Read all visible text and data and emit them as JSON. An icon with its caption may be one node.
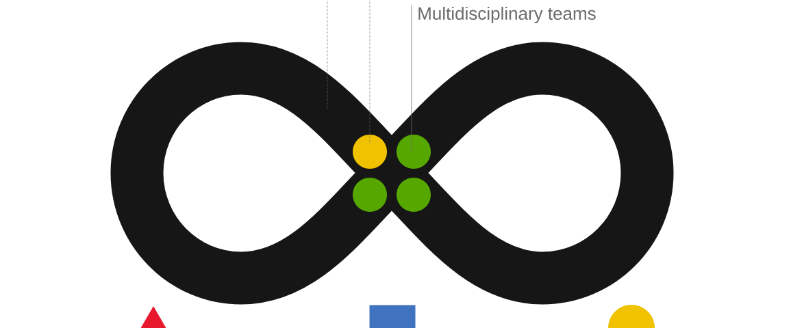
{
  "diagram": {
    "nodes": [
      {
        "text": [
          "Multidisciplinary teams"
        ]
      },
      {
        "text": [],
        "shape": "loop"
      },
      {
        "text": [],
        "shape": "circle",
        "in": 1
      },
      {
        "text": [],
        "shape": "circle",
        "in": 1
      },
      {
        "text": [],
        "shape": "circle",
        "in": 1
      },
      {
        "text": [],
        "shape": "circle",
        "in": 1
      },
      {
        "text": [],
        "shape": "triangle"
      },
      {
        "text": [],
        "shape": "box"
      },
      {
        "text": [],
        "shape": "circle"
      }
    ],
    "edges": [
      {
        "from": null,
        "to": 1,
        "arrow": "none",
        "style": "dashed"
      },
      {
        "from": null,
        "to": 2,
        "arrow": "none",
        "style": "dashed"
      },
      {
        "from": 0,
        "to": 3,
        "arrow": "none"
      }
    ]
  }
}
